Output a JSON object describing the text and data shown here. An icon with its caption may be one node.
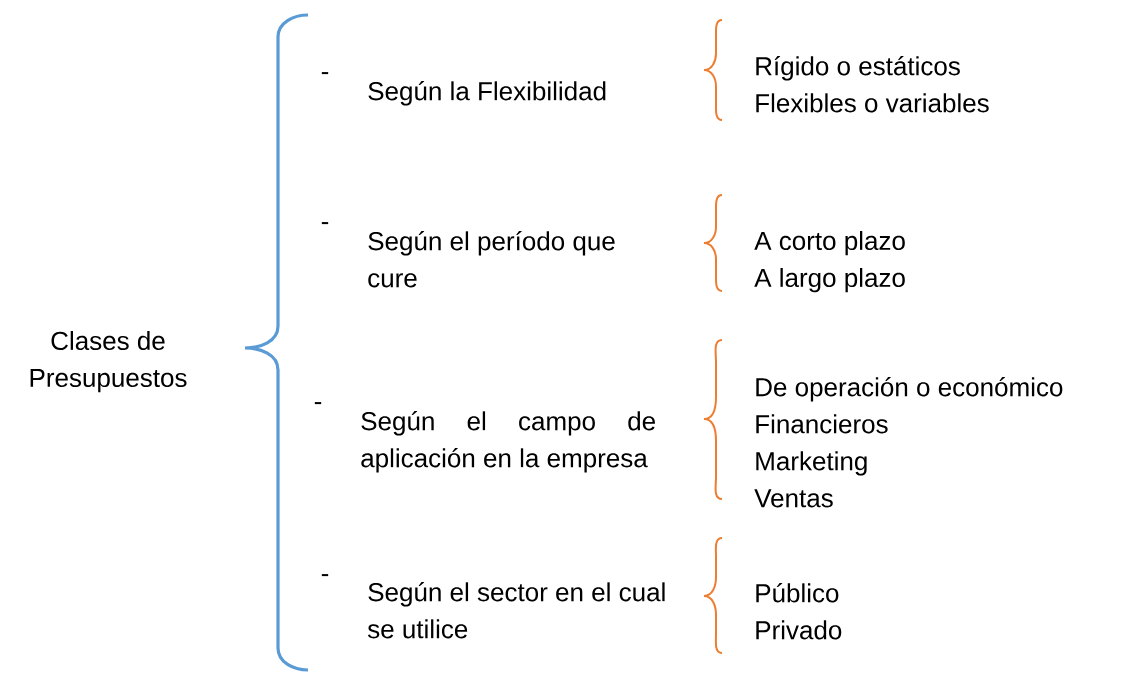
{
  "diagram": {
    "nodes": [
      {
        "text": [
          "Clases de Presupuestos"
        ]
      },
      {
        "text": [
          "Según la Flexibilidad"
        ]
      },
      {
        "text": [
          "Según el período que cure"
        ]
      },
      {
        "text": [
          "Según el campo de aplicación en la empresa"
        ]
      },
      {
        "text": [
          "Según el sector en el cual se utilice"
        ]
      },
      {
        "text": [
          "Rígido o estáticos",
          "Flexibles o variables"
        ]
      },
      {
        "text": [
          "A corto plazo",
          "A largo plazo"
        ]
      },
      {
        "text": [
          "De operación o económico",
          "Financieros",
          "Marketing",
          "Ventas"
        ]
      },
      {
        "text": [
          "Público",
          "Privado"
        ]
      }
    ],
    "labels": [
      "-",
      "-",
      "-",
      "-"
    ]
  }
}
